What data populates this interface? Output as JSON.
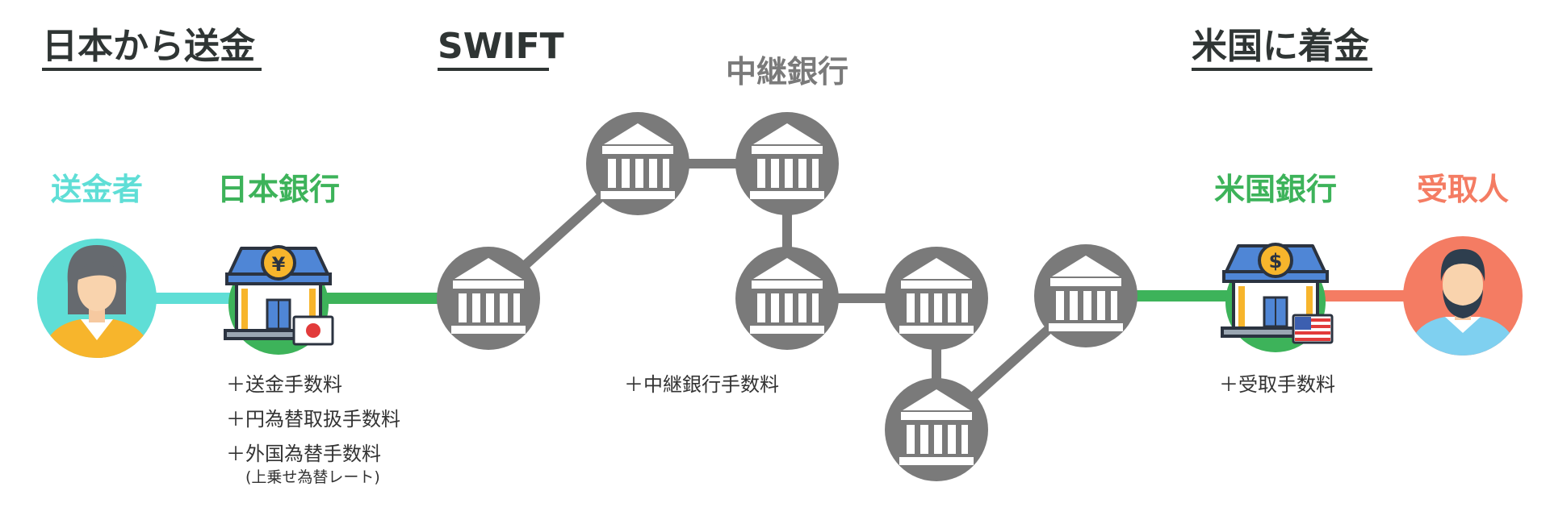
{
  "headings": {
    "japan_send": "日本から送金",
    "swift": "SWIFT",
    "us_arrival": "米国に着金",
    "relay": "中継銀行"
  },
  "parties": {
    "sender": "送金者",
    "japan_bank": "日本銀行",
    "us_bank": "米国銀行",
    "receiver": "受取人"
  },
  "fees": {
    "japan": [
      "＋送金手数料",
      "＋円為替取扱手数料",
      "＋外国為替手数料"
    ],
    "japan_note": "(上乗せ為替レート)",
    "relay": "＋中継銀行手数料",
    "us": "＋受取手数料"
  },
  "icons": {
    "sender": "woman-avatar-icon",
    "japan_bank": "bank-yen-icon",
    "japan_flag": "japan-flag-icon",
    "relay_bank": "bank-building-icon",
    "us_bank": "bank-dollar-icon",
    "us_flag": "us-flag-icon",
    "receiver": "man-avatar-icon"
  },
  "colors": {
    "sender": "#5fded6",
    "bank_green": "#3db35a",
    "receiver": "#f47c63",
    "swift_grey": "#7a7a7a",
    "heading": "#2f3534"
  }
}
